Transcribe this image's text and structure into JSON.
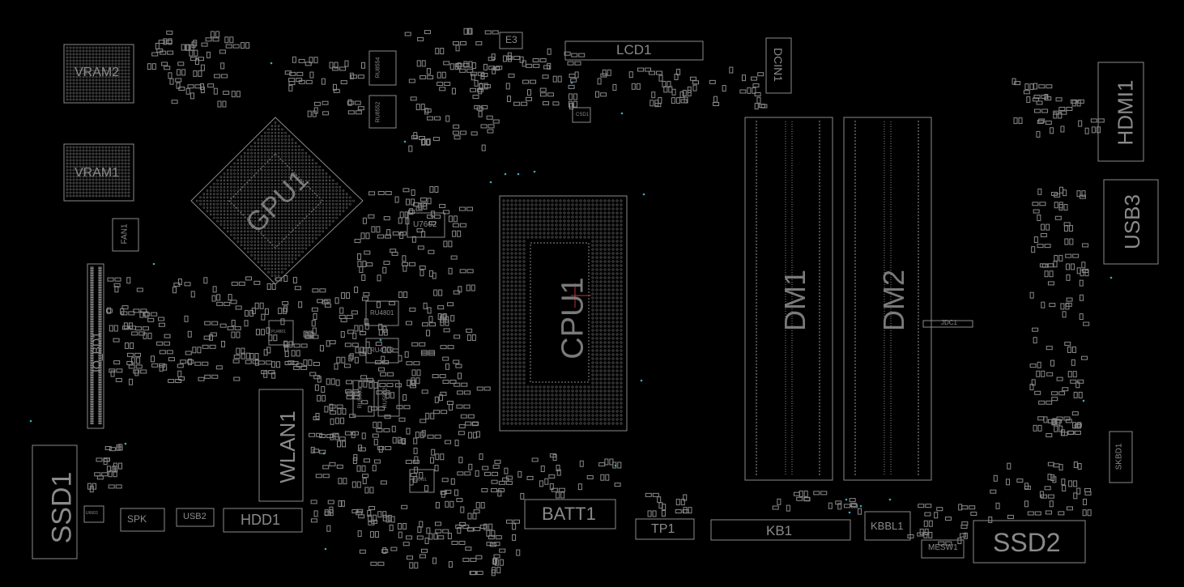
{
  "diagram": {
    "background_color": "#000000",
    "line_color": "#8a8a8a",
    "accent_color": "#7fd6e0",
    "marker_color": "#c0303a",
    "components": {
      "vram2": "VRAM2",
      "vram1": "VRAM1",
      "gpu1": "GPU1",
      "fan1": "FAN1",
      "io_board": "IO_BD1",
      "ssd1": "SSD1",
      "spk": "SPK",
      "usb2": "USB2",
      "hdd1": "HDD1",
      "wlan1": "WLAN1",
      "e3": "E3",
      "lcd1": "LCD1",
      "dcin1": "DCIN1",
      "u7602": "U7602",
      "cpu1": "CPU1",
      "dm1": "DM1",
      "dm2": "DM2",
      "batt1": "BATT1",
      "tp1": "TP1",
      "kb1": "KB1",
      "kbbl1": "KBBL1",
      "mesw1": "MESW1",
      "ssd2": "SSD2",
      "hdmi1": "HDMI1",
      "usb3": "USB3",
      "skbd1": "SKBD1",
      "csd1": "CSD1",
      "ru8554": "RU8554",
      "ru8552": "RU8552",
      "ru4801": "RU4801",
      "ru4702": "RU4702",
      "ru5903": "RU5903",
      "ru5902": "RU5902",
      "pu4801": "PU4801",
      "u6603": "U6603",
      "pu6401": "PU6401",
      "jdc1": "JDC1"
    }
  }
}
